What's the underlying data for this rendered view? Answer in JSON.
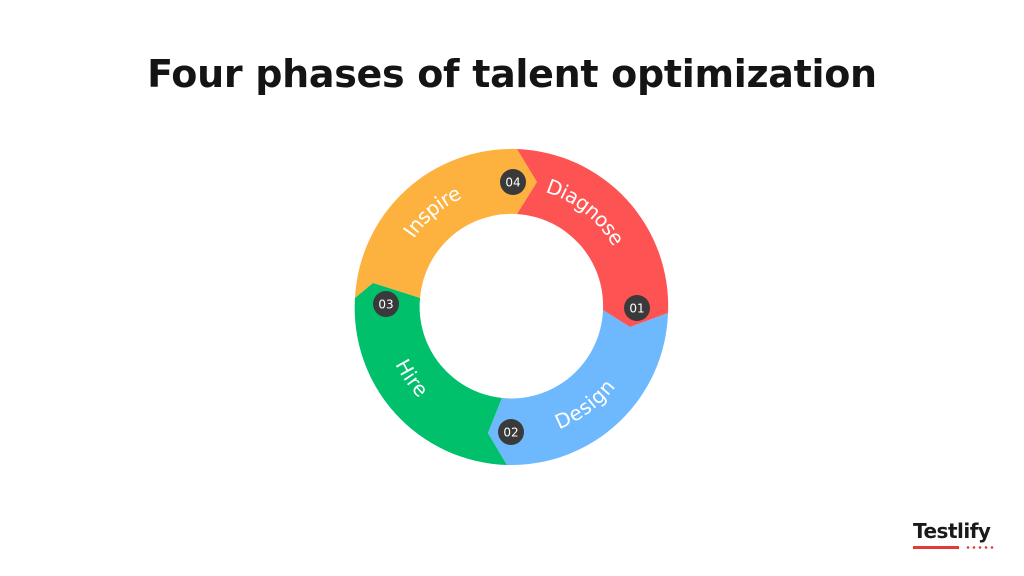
{
  "title": "Four phases of talent optimization",
  "phases": [
    {
      "number": "01",
      "label": "Diagnose",
      "color": "#fe5353"
    },
    {
      "number": "02",
      "label": "Design",
      "color": "#6eb9fe"
    },
    {
      "number": "03",
      "label": "Hire",
      "color": "#00c06b"
    },
    {
      "number": "04",
      "label": "Inspire",
      "color": "#fdb240"
    }
  ],
  "badge_color": "#3a3a3a",
  "brand": {
    "name": "Testlify",
    "accent": "#e53935"
  }
}
